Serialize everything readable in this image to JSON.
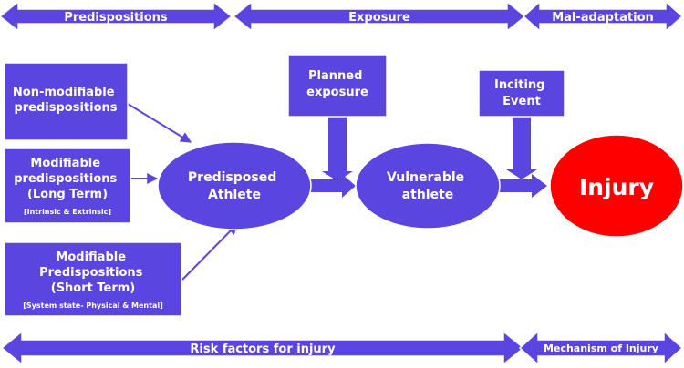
{
  "phases": {
    "predispositions": "Predispositions",
    "exposure": "Exposure",
    "mal_adaptation": "Mal-adaptation"
  },
  "boxes": {
    "non_modifiable": [
      "Non-modifiable",
      "predispositions"
    ],
    "modifiable_long": [
      "Modifiable",
      "predispositions",
      "(Long Term)"
    ],
    "modifiable_long_note": "[Intrinsic & Extrinsic]",
    "modifiable_short": [
      "Modifiable",
      "Predispositions",
      "(Short Term)"
    ],
    "modifiable_short_note": "[System state- Physical & Mental]",
    "planned_exposure": [
      "Planned",
      "exposure"
    ],
    "inciting_event": [
      "Inciting",
      "Event"
    ]
  },
  "nodes": {
    "predisposed_athlete": [
      "Predisposed",
      "Athlete"
    ],
    "vulnerable_athlete": [
      "Vulnerable",
      "athlete"
    ],
    "injury": "Injury"
  },
  "footer": {
    "risk_factors": "Risk factors for injury",
    "mechanism": "Mechanism of Injury"
  },
  "colors": {
    "primary": "#5b45e0",
    "border": "#ffffff",
    "injury": "#ff0000",
    "text": "#ffffff"
  }
}
